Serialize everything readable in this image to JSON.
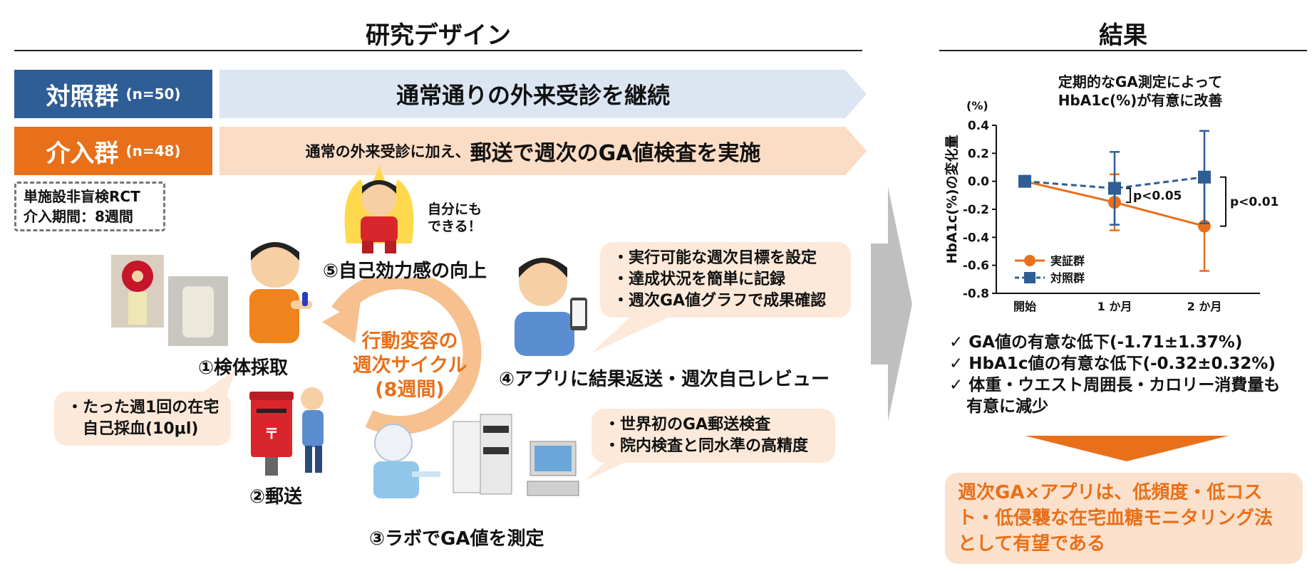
{
  "design": {
    "title": "研究デザイン",
    "control": {
      "label": "対照群",
      "n": "(n=50)",
      "description": "通常通りの外来受診を継続"
    },
    "intervention": {
      "label": "介入群",
      "n": "(n=48)",
      "description_prefix": "通常の外来受診に加え、",
      "description_main": "郵送で週次のGA値検査を実施"
    },
    "study_info": [
      "単施設非盲検RCT",
      "介入期間：8週間"
    ],
    "cycle": {
      "line1": "行動変容の",
      "line2": "週次サイクル",
      "line3": "(8週間)"
    },
    "steps": {
      "step1": "①検体採取",
      "step2": "②郵送",
      "step3": "③ラボでGA値を測定",
      "step4": "④アプリに結果返送・週次自己レビュー",
      "step5": "⑤自己効力感の向上"
    },
    "speech_self": [
      "自分にも",
      "できる！"
    ],
    "bubble_sampling": [
      "・たった週1回の在宅",
      "　自己採血(10μl)"
    ],
    "bubble_lab": [
      "・世界初のGA郵送検査",
      "・院内検査と同水準の高精度"
    ],
    "bubble_app": [
      "・実行可能な週次目標を設定",
      "・達成状況を簡単に記録",
      "・週次GA値グラフで成果確認"
    ]
  },
  "results": {
    "title": "結果",
    "bullets": [
      {
        "mark": "✓",
        "text": "GA値の有意な低下(-1.71±1.37%)"
      },
      {
        "mark": "✓",
        "text": "HbA1c値の有意な低下(-0.32±0.32%)"
      },
      {
        "mark": "✓",
        "text": "体重・ウエスト周囲長・カロリー消費量も"
      },
      {
        "mark": "",
        "text": "有意に減少"
      }
    ],
    "conclusion": "週次GA×アプリは、低頻度・低コスト・低侵襲な在宅血糖モニタリング法として有望である"
  },
  "colors": {
    "control": "#2f5d95",
    "control_light": "#dce6f2",
    "intervention": "#e8701a",
    "intervention_light": "#fbdcc4",
    "bubble": "#fde9d9",
    "cycle": "#f6c08f",
    "gray_arrow": "#bfbfbf"
  },
  "chart_data": {
    "type": "line",
    "title": "定期的なGA測定によって\nHbA1c(%)が有意に改善",
    "unit": "(%)",
    "ylabel": "HbA1c(%)の変化量",
    "categories": [
      "開始",
      "1 か月",
      "2 か月"
    ],
    "ylim": [
      -0.8,
      0.4
    ],
    "yticks": [
      "0.4",
      "0.2",
      "0.0",
      "-0.2",
      "-0.4",
      "-0.6",
      "-0.8"
    ],
    "series": [
      {
        "name": "実証群",
        "color": "#e8701a",
        "values": [
          0.0,
          -0.15,
          -0.32
        ],
        "err": [
          0.0,
          0.2,
          0.32
        ],
        "marker": "circle",
        "dash": false
      },
      {
        "name": "対照群",
        "color": "#2f5d95",
        "values": [
          0.0,
          -0.05,
          0.03
        ],
        "err": [
          0.0,
          0.26,
          0.33
        ],
        "marker": "square",
        "dash": true
      }
    ],
    "annotations": [
      "p<0.05",
      "p<0.01"
    ],
    "legend": "bottom-left"
  }
}
